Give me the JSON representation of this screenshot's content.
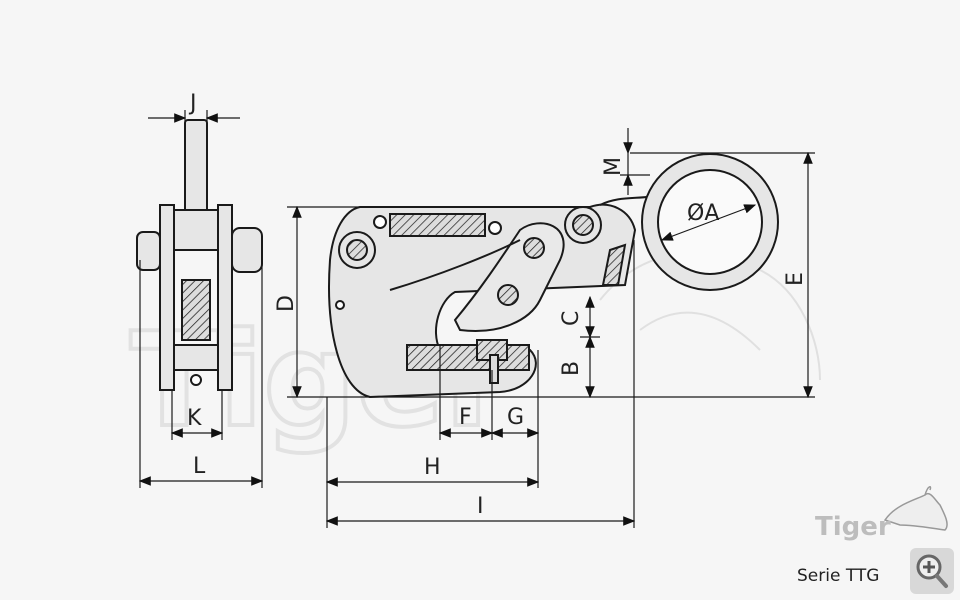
{
  "dimension_labels": {
    "J": "J",
    "K": "K",
    "L": "L",
    "D": "D",
    "E": "E",
    "M": "M",
    "A": "ØA",
    "B": "B",
    "C": "C",
    "F": "F",
    "G": "G",
    "H": "H",
    "I": "I"
  },
  "watermark": "Tiger",
  "logo": {
    "text": "Tiger"
  },
  "series_label": "Serie TTG",
  "icons": {
    "zoom": "zoom-in-icon"
  },
  "colors": {
    "background": "#f6f6f6",
    "part_fill": "#e6e6e6",
    "line": "#1a1a1a",
    "watermark": "#dddddd"
  }
}
